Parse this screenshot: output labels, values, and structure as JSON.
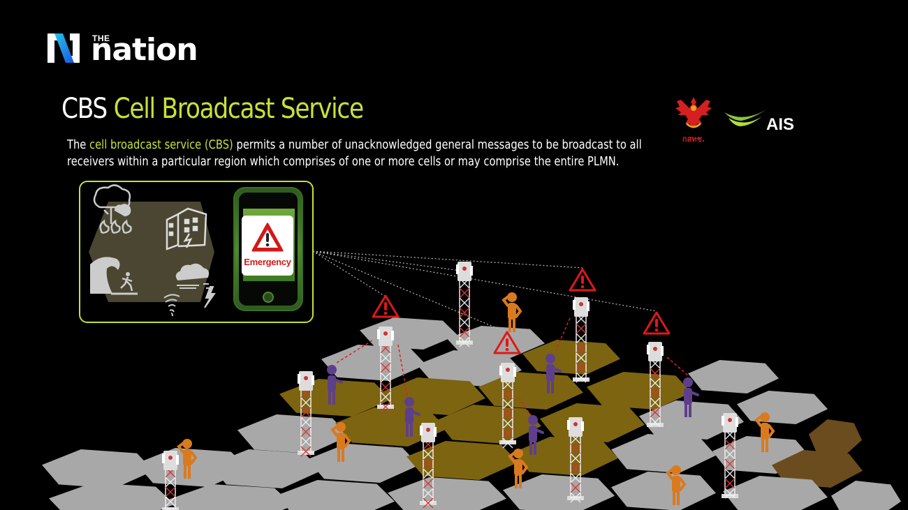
{
  "brand": {
    "name_small": "THE",
    "name_large": "nation"
  },
  "header": {
    "title_prefix": "CBS",
    "title_main": "Cell Broadcast Service"
  },
  "description": {
    "lead": "The",
    "highlight": "cell broadcast service (CBS)",
    "rest": "permits a number of unacknowledged general messages to be broadcast to all receivers within a particular region which comprises of one or more cells or may comprise the entire PLMN."
  },
  "partners": {
    "regulator_label": "กสทช.",
    "operator_label": "AIS"
  },
  "panel": {
    "hazards": [
      "wildfire-icon",
      "earthquake-icon",
      "tsunami-icon",
      "storm-icon"
    ],
    "phone_alert_label": "Emergency"
  },
  "colors": {
    "accent": "#c8e03a",
    "alert_red": "#e01818",
    "active_cell": "#7d6410",
    "inactive_cell": "#a8a8a8",
    "edge_cell": "#6b4c1e",
    "receiver_person": "#5e3f8c",
    "other_person": "#d97a1f",
    "hazard_hex": "#4a4632"
  }
}
